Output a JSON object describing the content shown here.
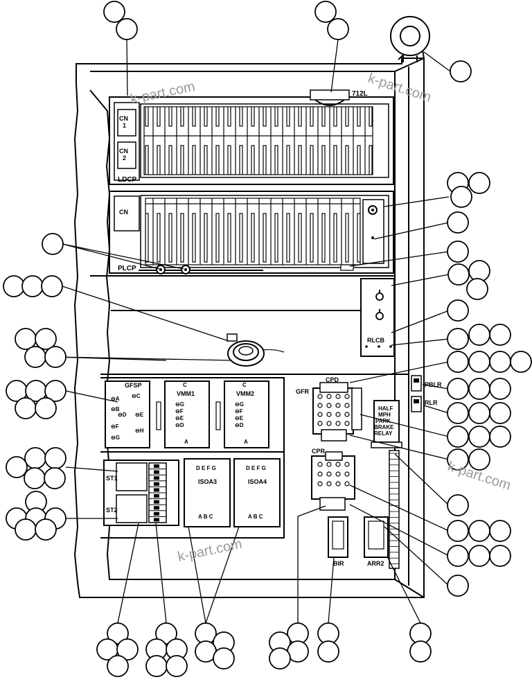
{
  "labels": {
    "ldcp": "LDCP",
    "plcp": "PLCP",
    "cn1": "CN\n1",
    "cn2": "CN\n2",
    "cn": "CN",
    "part_712l": "712L",
    "rlcb": "RLCB",
    "gfsp": "GFSP",
    "vmm1": "VMM1",
    "vmm2": "VMM2",
    "cpd": "CPD",
    "gfr": "GFR",
    "pblr": "PBLR",
    "rlr": "RLR",
    "half_mph": "HALF\nMPH\nPARK\nBRAKE\nRELAY",
    "cpr": "CPR",
    "st1": "ST1",
    "st2": "ST2",
    "isoa3": "ISOA3",
    "isoa4": "ISOA4",
    "defg": "D E F G",
    "abc": "A  B  C",
    "bir": "BIR",
    "arr2": "ARR2",
    "gfsp_pins": [
      "A",
      "B",
      "C",
      "D",
      "E",
      "F",
      "G",
      "H"
    ],
    "vmm_pins": [
      "G",
      "F",
      "E",
      "D"
    ],
    "vmm_a": "A",
    "vmm_c": "C"
  },
  "watermarks": [
    "k-part.com",
    "k-part.com",
    "k-part.com",
    "k-part.com"
  ]
}
